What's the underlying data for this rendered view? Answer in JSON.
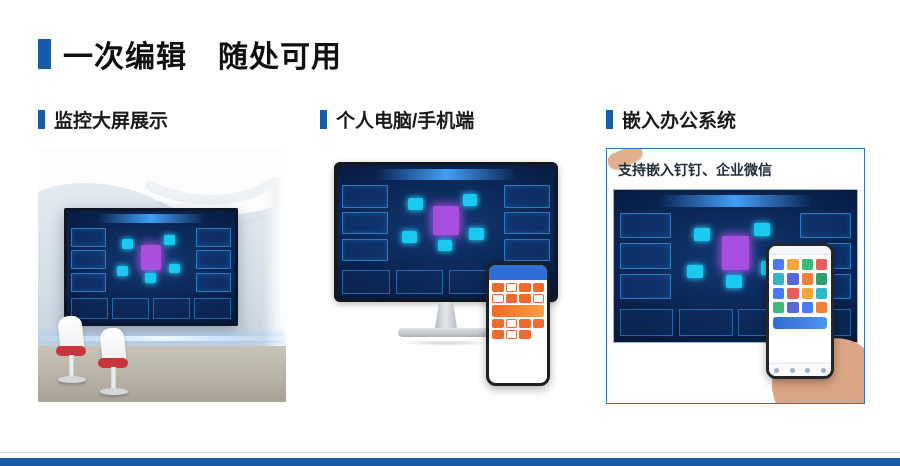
{
  "title": "一次编辑　随处可用",
  "sections": [
    {
      "heading": "监控大屏展示"
    },
    {
      "heading": "个人电脑/手机端"
    },
    {
      "heading": "嵌入办公系统",
      "note": "支持嵌入钉钉、企业微信"
    }
  ],
  "colors": {
    "accent": "#1a5ba8",
    "dashboard_bg": "#081c3e",
    "dashboard_glow": "#2ec6f2",
    "phone_app_orange": "#f2682e"
  }
}
